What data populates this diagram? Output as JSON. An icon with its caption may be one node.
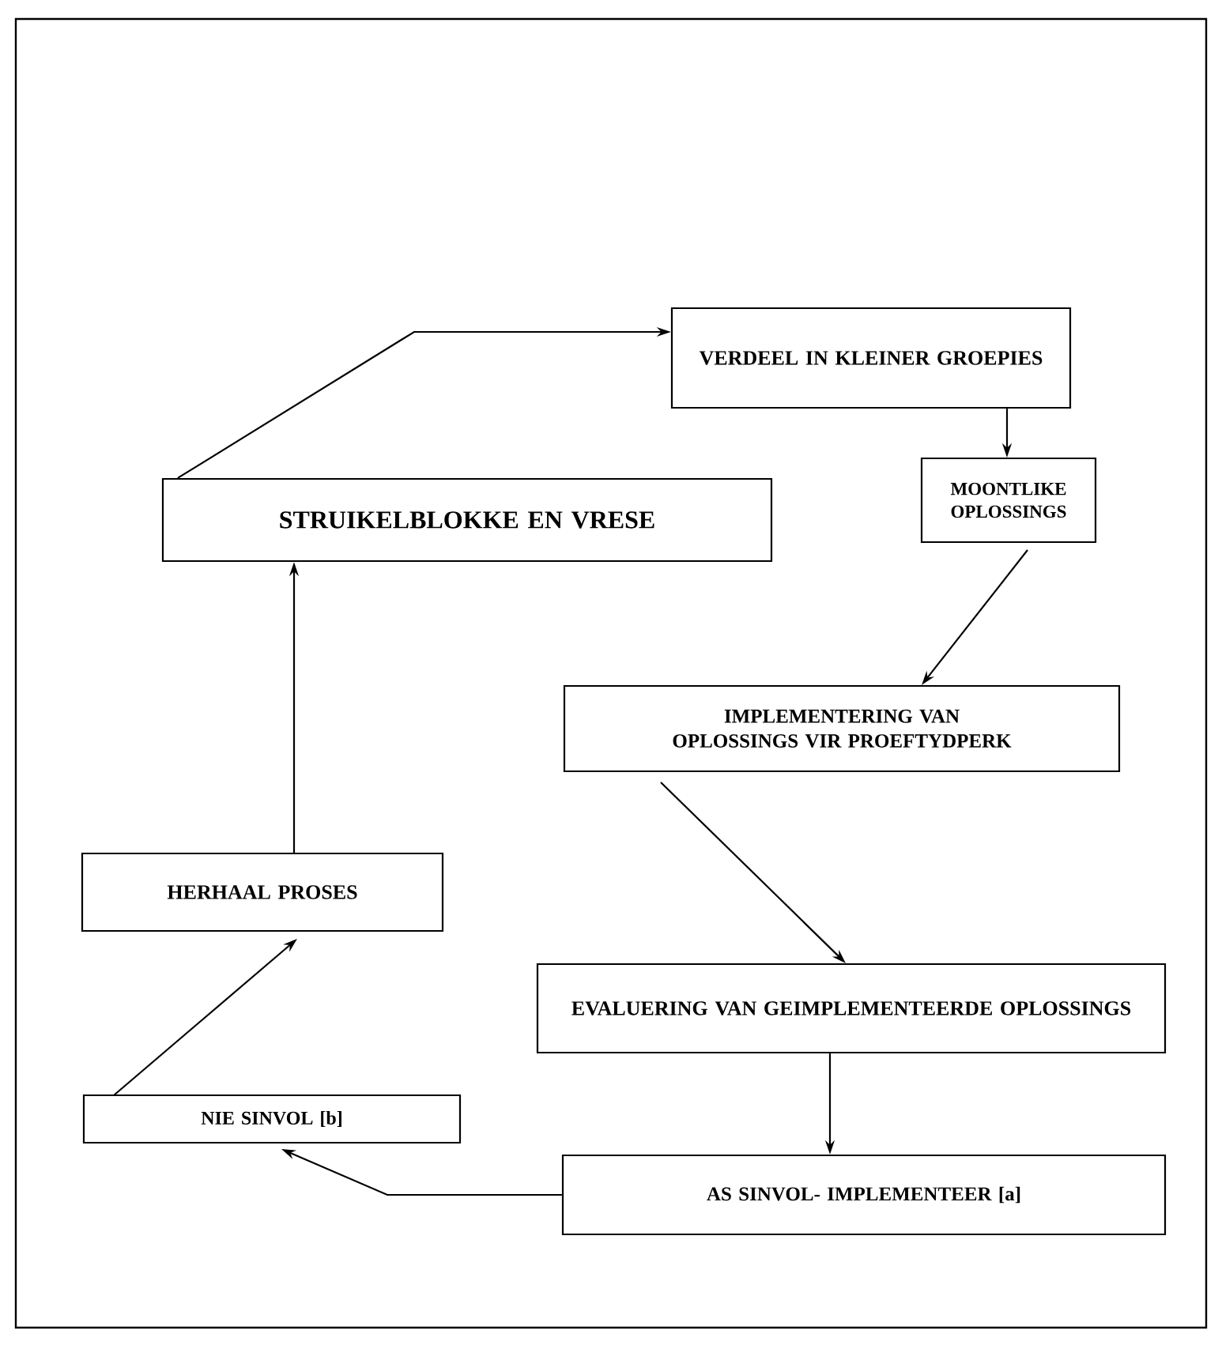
{
  "diagram": {
    "nodes": [
      {
        "text": [
          "VERDEEL IN KLEINER GROEPIES"
        ]
      },
      {
        "text": [
          "MOONTLIKE OPLOSSINGS"
        ]
      },
      {
        "text": [
          "STRUIKELBLOKKE EN VRESE"
        ]
      },
      {
        "text": [
          "IMPLEMENTERING VAN OPLOSSINGS VIR PROEFTYDPERK"
        ]
      },
      {
        "text": [
          "HERHAAL PROSES"
        ]
      },
      {
        "text": [
          "EVALUERING VAN GEIMPLEMENTEERDE OPLOSSINGS"
        ]
      },
      {
        "text": [
          "NIE SINVOL [b]"
        ]
      },
      {
        "text": [
          "AS SINVOL- IMPLEMENTEER [a]"
        ]
      }
    ],
    "edges": [
      {
        "from": 2,
        "to": 0,
        "arrow": "to"
      },
      {
        "from": 0,
        "to": 1,
        "arrow": "to"
      },
      {
        "from": 1,
        "to": 3,
        "arrow": "to"
      },
      {
        "from": 3,
        "to": 5,
        "arrow": "to"
      },
      {
        "from": 5,
        "to": 7,
        "arrow": "to"
      },
      {
        "from": 7,
        "to": 6,
        "arrow": "to"
      },
      {
        "from": 6,
        "to": 4,
        "arrow": "to"
      },
      {
        "from": 4,
        "to": 2,
        "arrow": "to"
      }
    ]
  }
}
